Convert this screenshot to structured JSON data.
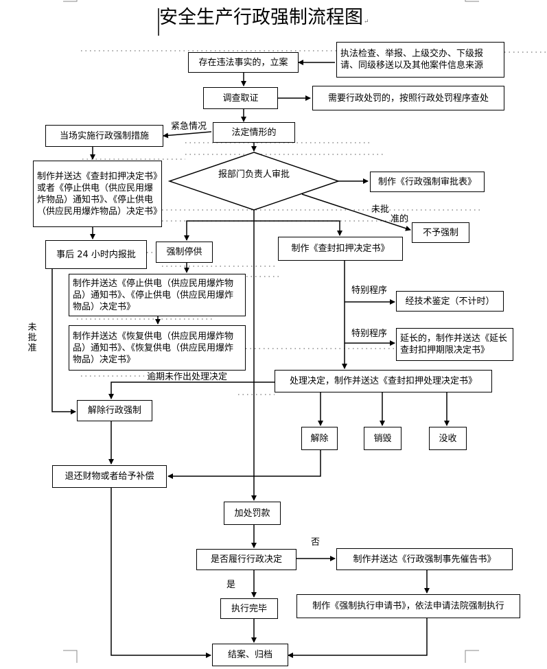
{
  "title": "安全生产行政强制流程图",
  "nodes": {
    "source": "执法检查、举报、上级交办、下级报请、同级移送以及其他案件信息来源",
    "filing": "存在违法事实的，立案",
    "investigate": "调查取证",
    "penalty_route": "需要行政处罚的，按照行政处罚程序查处",
    "statutory": "法定情形的",
    "onsite": "当场实施行政强制措施",
    "make_send_docs": "制作并送达《查封扣押决定书》或者《停止供电（供应民用爆炸物品）通知书》、《停止供电（供应民用爆炸物品）决定书》",
    "report_head": "报部门负责人审批",
    "approval_form": "制作《行政强制审批表》",
    "no_force": "不予强制",
    "report_24h": "事后 24 小时内报批",
    "force_stop": "强制停供",
    "seal_decision": "制作《查封扣押决定书》",
    "stop_notice": "制作并送达《停止供电（供应民用爆炸物品）通知书》、《停止供电（供应民用爆炸物品）决定书》",
    "resume_notice": "制作并送达《恢复供电（供应民用爆炸物品）通知书》、《恢复供电（供应民用爆炸物品）决定书》",
    "tech_appraisal": "经技术鉴定（不计时）",
    "extend": "延长的，制作并送达《延长查封扣押期限决定书》",
    "handle_decision": "处理决定，制作并送达《查封扣押处理决定书》",
    "release_force": "解除行政强制",
    "release": "解除",
    "destroy": "销毁",
    "confiscate": "没收",
    "return_goods": "退还财物或者给予补偿",
    "extra_fine": "加处罚款",
    "fulfilled_q": "是否履行行政决定",
    "reminder": "制作并送达《行政强制事先催告书》",
    "done": "执行完毕",
    "court_apply": "制作《强制执行申请书》，依法申请法院强制执行",
    "close": "结案、归档"
  },
  "labels": {
    "urgent": "紧急情况",
    "not_approved": "未批",
    "approved": "准的",
    "special_1": "特别程序",
    "special_2": "特别程序",
    "overdue": "逾期未作出处理决定",
    "no": "否",
    "yes": "是",
    "not_approved_vertical": "未批准"
  }
}
